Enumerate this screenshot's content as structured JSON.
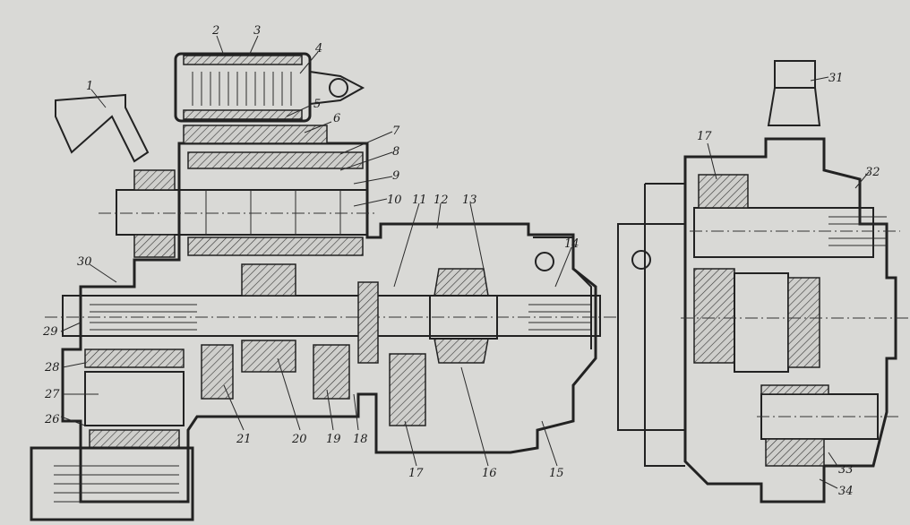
{
  "callouts": [
    {
      "id": "c1",
      "text": "1"
    },
    {
      "id": "c2",
      "text": "2"
    },
    {
      "id": "c3",
      "text": "3"
    },
    {
      "id": "c4",
      "text": "4"
    },
    {
      "id": "c5",
      "text": "5"
    },
    {
      "id": "c6",
      "text": "6"
    },
    {
      "id": "c7",
      "text": "7"
    },
    {
      "id": "c8",
      "text": "8"
    },
    {
      "id": "c9",
      "text": "9"
    },
    {
      "id": "c10",
      "text": "10"
    },
    {
      "id": "c11",
      "text": "11"
    },
    {
      "id": "c12",
      "text": "12"
    },
    {
      "id": "c13",
      "text": "13"
    },
    {
      "id": "c14",
      "text": "14"
    },
    {
      "id": "c15",
      "text": "15"
    },
    {
      "id": "c16",
      "text": "16"
    },
    {
      "id": "c17a",
      "text": "17"
    },
    {
      "id": "c17b",
      "text": "17"
    },
    {
      "id": "c18",
      "text": "18"
    },
    {
      "id": "c19",
      "text": "19"
    },
    {
      "id": "c20",
      "text": "20"
    },
    {
      "id": "c21",
      "text": "21"
    },
    {
      "id": "c26",
      "text": "26"
    },
    {
      "id": "c27",
      "text": "27"
    },
    {
      "id": "c28",
      "text": "28"
    },
    {
      "id": "c29",
      "text": "29"
    },
    {
      "id": "c30",
      "text": "30"
    },
    {
      "id": "c31",
      "text": "31"
    },
    {
      "id": "c32",
      "text": "32"
    },
    {
      "id": "c33",
      "text": "33"
    },
    {
      "id": "c34",
      "text": "34"
    }
  ]
}
